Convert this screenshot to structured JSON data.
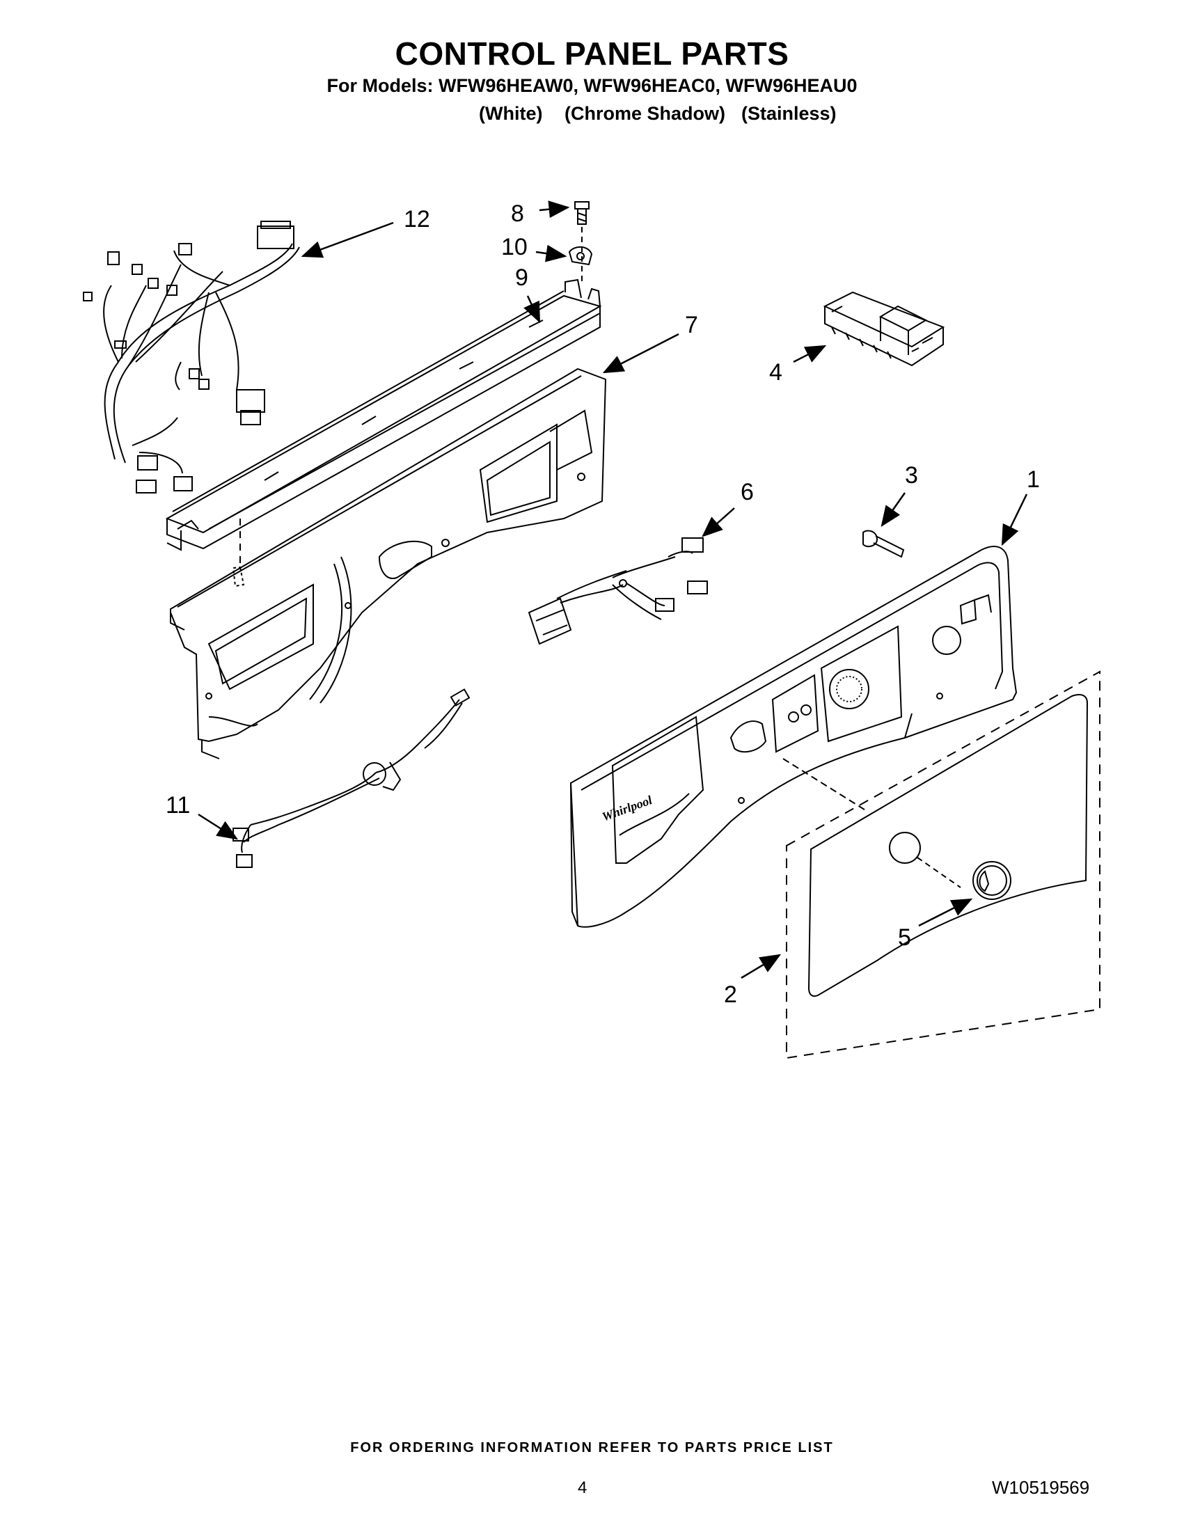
{
  "header": {
    "title": "CONTROL PANEL PARTS",
    "models": "For Models: WFW96HEAW0, WFW96HEAC0, WFW96HEAU0",
    "variants": [
      "(White)",
      "(Chrome Shadow)",
      "(Stainless)"
    ]
  },
  "callouts": {
    "c1": "1",
    "c2": "2",
    "c3": "3",
    "c4": "4",
    "c5": "5",
    "c6": "6",
    "c7": "7",
    "c8": "8",
    "c9": "9",
    "c10": "10",
    "c11": "11",
    "c12": "12"
  },
  "logo_text": "Whirlpool",
  "footer": {
    "ordering_note": "FOR ORDERING INFORMATION REFER TO PARTS PRICE LIST",
    "page_number": "4",
    "document_number": "W10519569"
  }
}
